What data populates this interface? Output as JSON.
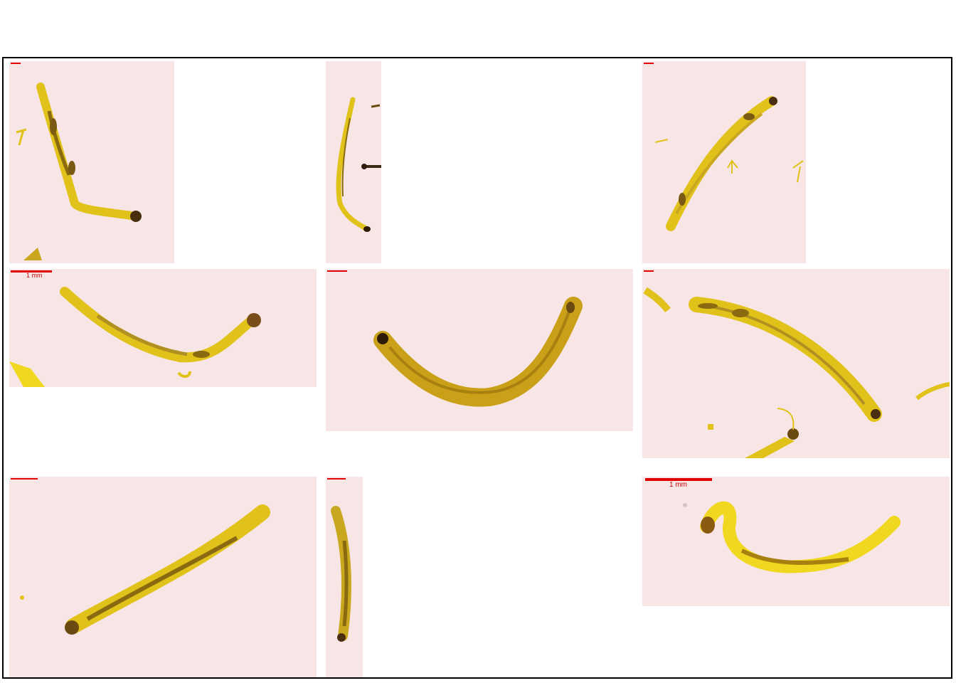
{
  "figure": {
    "panels": [
      {
        "id": "p1",
        "scale_label": ""
      },
      {
        "id": "p2",
        "scale_label": ""
      },
      {
        "id": "p3",
        "scale_label": ""
      },
      {
        "id": "p4",
        "scale_label": "1 mm"
      },
      {
        "id": "p5",
        "scale_label": ""
      },
      {
        "id": "p6",
        "scale_label": ""
      },
      {
        "id": "p7",
        "scale_label": ""
      },
      {
        "id": "p8",
        "scale_label": ""
      },
      {
        "id": "p9",
        "scale_label": "1 mm"
      }
    ]
  },
  "colors": {
    "background_panel": "#f8e6e6",
    "larva_body": "#e0c21a",
    "larva_dark": "#8a6a10",
    "head_capsule": "#4a2e10",
    "scale_bar": "#e00000",
    "frame_border": "#000000"
  }
}
